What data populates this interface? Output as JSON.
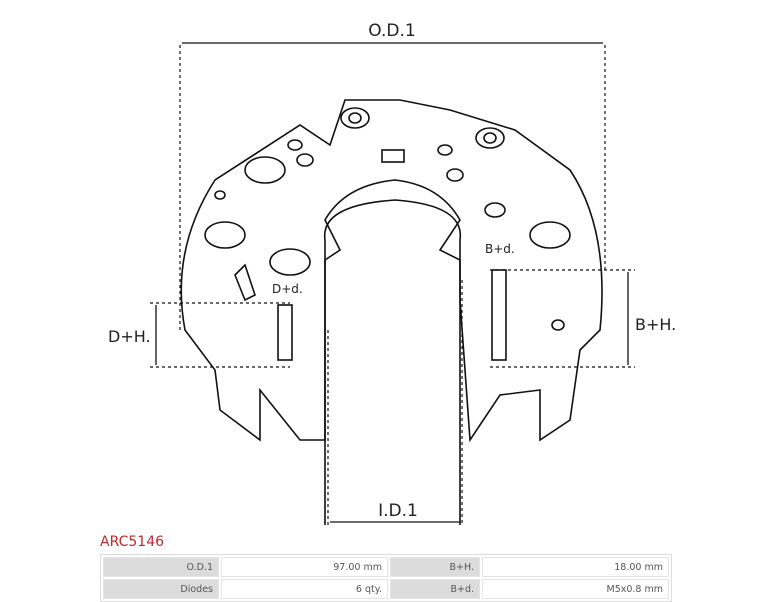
{
  "diagram": {
    "od": "O.D.1",
    "id": "I.D.1",
    "dh": "D+H.",
    "dd": "D+d.",
    "bh": "B+H.",
    "bd": "B+d."
  },
  "product": {
    "code": "ARC5146"
  },
  "specs": [
    {
      "label1": "O.D.1",
      "value1": "97.00 mm",
      "label2": "B+H.",
      "value2": "18.00 mm"
    },
    {
      "label1": "Diodes",
      "value1": "6 qty.",
      "label2": "B+d.",
      "value2": "M5x0.8 mm"
    }
  ]
}
